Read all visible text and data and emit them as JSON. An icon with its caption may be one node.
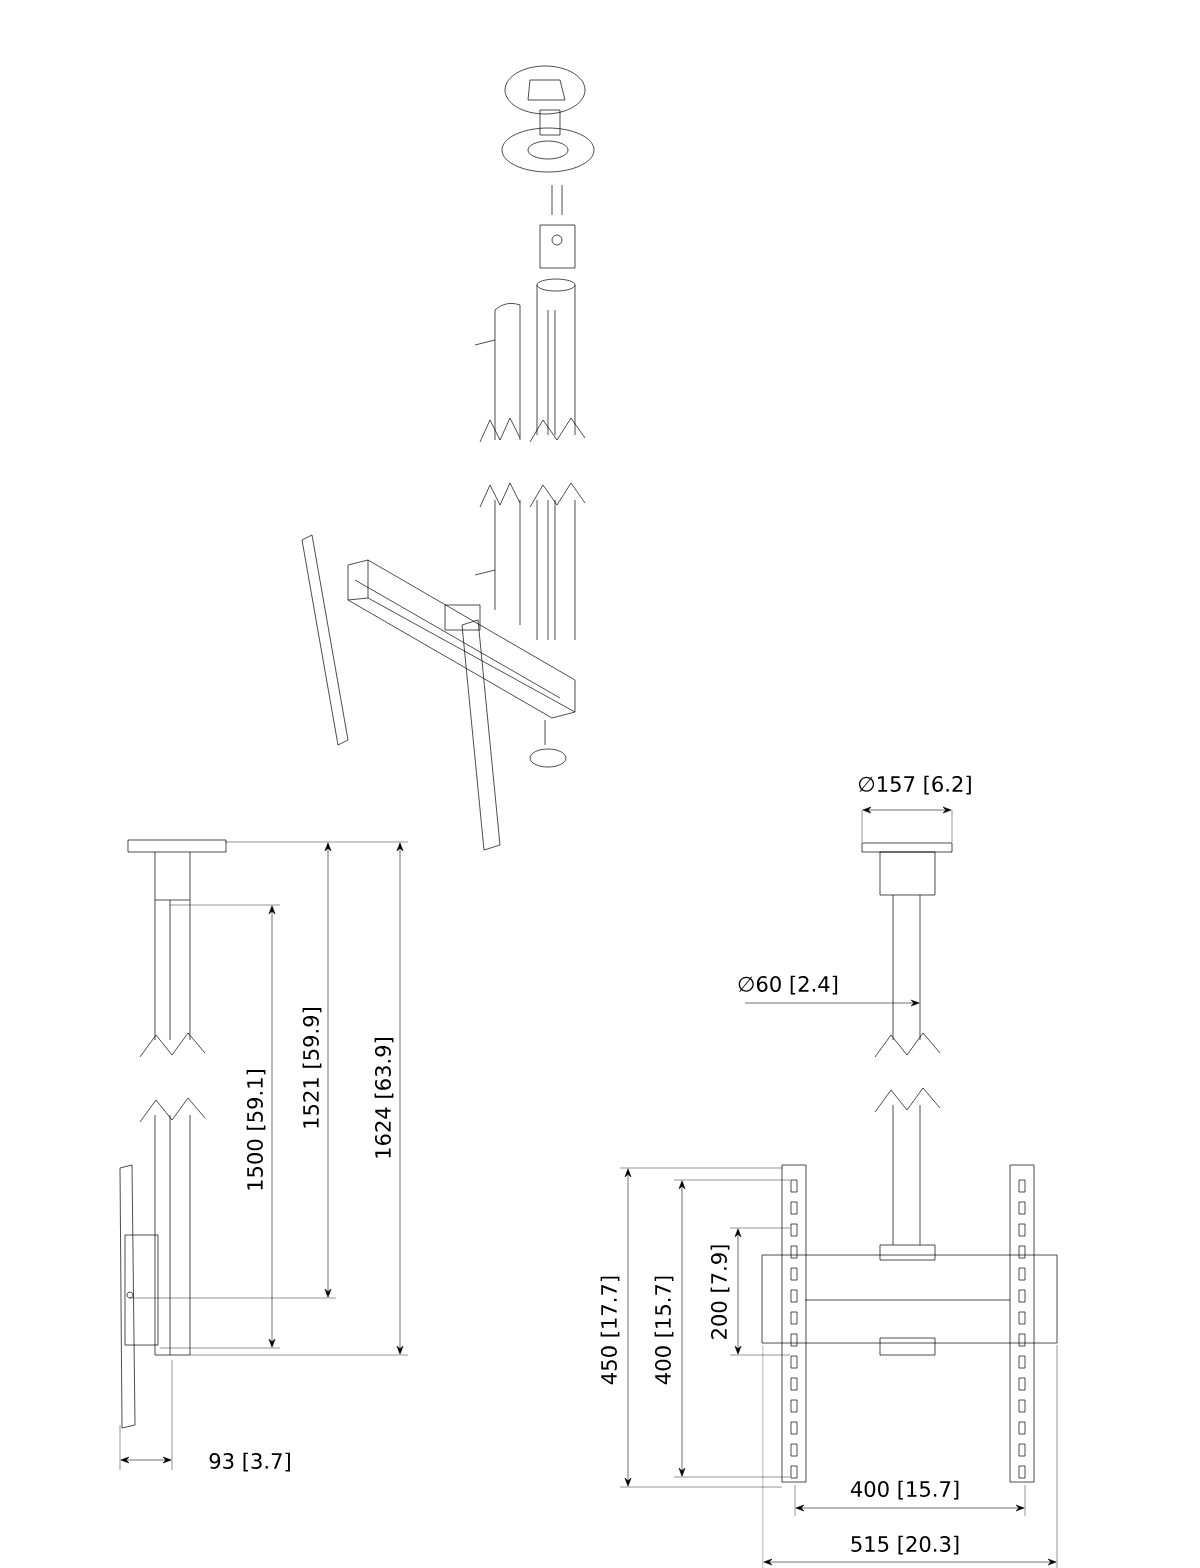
{
  "diagram": {
    "labels": [
      "∅157 [6.2]",
      "∅60 [2.4]",
      "1500 [59.1]",
      "1521 [59.9]",
      "1624 [63.9]",
      "93 [3.7]",
      "450 [17.7]",
      "400 [15.7]",
      "200 [7.9]",
      "400 [15.7]",
      "515 [20.3]"
    ]
  }
}
